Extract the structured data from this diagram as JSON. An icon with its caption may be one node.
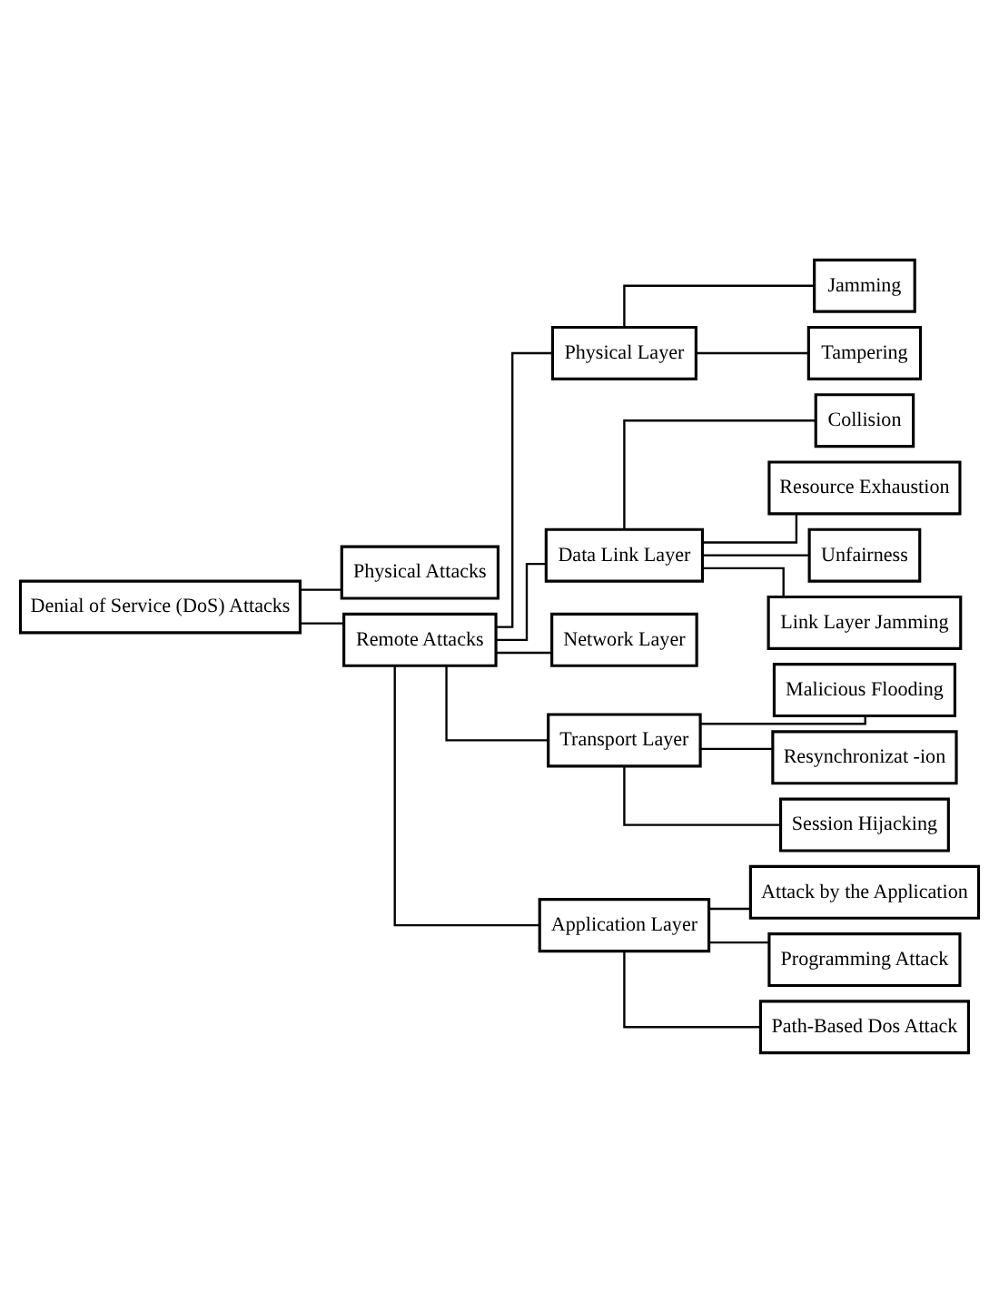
{
  "diagram": {
    "nodes": [
      {
        "text": [
          "Denial of Service (DoS) Attacks"
        ]
      },
      {
        "text": [
          "Physical Attacks"
        ]
      },
      {
        "text": [
          "Remote Attacks"
        ]
      },
      {
        "text": [
          "Physical Layer"
        ]
      },
      {
        "text": [
          "Jamming"
        ]
      },
      {
        "text": [
          "Tampering"
        ]
      },
      {
        "text": [
          "Data Link Layer"
        ]
      },
      {
        "text": [
          "Collision"
        ]
      },
      {
        "text": [
          "Resource Exhaustion"
        ]
      },
      {
        "text": [
          "Unfairness"
        ]
      },
      {
        "text": [
          "Link Layer Jamming"
        ]
      },
      {
        "text": [
          "Network Layer"
        ]
      },
      {
        "text": [
          "Transport Layer"
        ]
      },
      {
        "text": [
          "Malicious Flooding"
        ]
      },
      {
        "text": [
          "Resynchronizat -ion"
        ]
      },
      {
        "text": [
          "Session Hijacking"
        ]
      },
      {
        "text": [
          "Application Layer"
        ]
      },
      {
        "text": [
          "Attack by the Application"
        ]
      },
      {
        "text": [
          "Programming Attack"
        ]
      },
      {
        "text": [
          "Path-Based Dos Attack"
        ]
      }
    ],
    "edges": [
      {
        "from": 0,
        "to": 1,
        "arrow": "none"
      },
      {
        "from": 0,
        "to": 2,
        "arrow": "none"
      },
      {
        "from": 2,
        "to": 3,
        "arrow": "none"
      },
      {
        "from": 2,
        "to": 6,
        "arrow": "none"
      },
      {
        "from": 2,
        "to": 11,
        "arrow": "none"
      },
      {
        "from": 2,
        "to": 12,
        "arrow": "none"
      },
      {
        "from": 2,
        "to": 16,
        "arrow": "none"
      },
      {
        "from": 3,
        "to": 4,
        "arrow": "none"
      },
      {
        "from": 3,
        "to": 5,
        "arrow": "none"
      },
      {
        "from": 6,
        "to": 7,
        "arrow": "none"
      },
      {
        "from": 6,
        "to": 8,
        "arrow": "none"
      },
      {
        "from": 6,
        "to": 9,
        "arrow": "none"
      },
      {
        "from": 6,
        "to": 10,
        "arrow": "none"
      },
      {
        "from": 12,
        "to": 13,
        "arrow": "none"
      },
      {
        "from": 12,
        "to": 14,
        "arrow": "none"
      },
      {
        "from": 12,
        "to": 15,
        "arrow": "none"
      },
      {
        "from": 16,
        "to": 17,
        "arrow": "none"
      },
      {
        "from": 16,
        "to": 18,
        "arrow": "none"
      },
      {
        "from": 16,
        "to": 19,
        "arrow": "none"
      }
    ]
  }
}
